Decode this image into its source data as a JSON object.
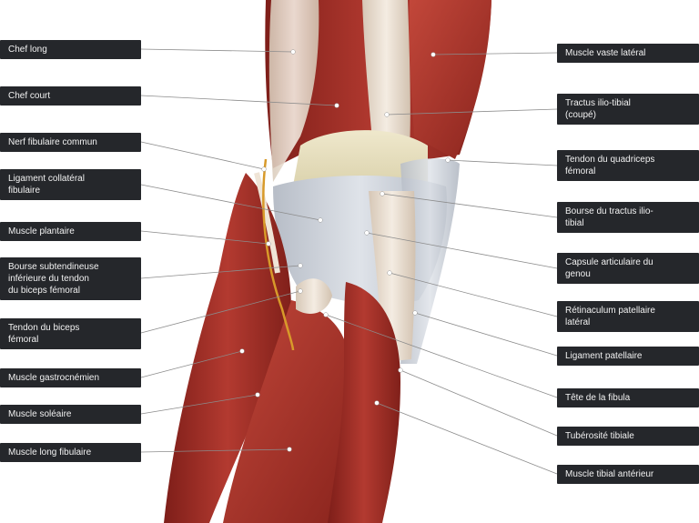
{
  "labels": {
    "left": [
      {
        "id": "chef-long",
        "text": "Chef long"
      },
      {
        "id": "chef-court",
        "text": "Chef court"
      },
      {
        "id": "nerf-fibulaire-commun",
        "text": "Nerf fibulaire commun"
      },
      {
        "id": "ligament-collateral-fibulaire",
        "text": "Ligament collatéral\nfibulaire"
      },
      {
        "id": "muscle-plantaire",
        "text": "Muscle plantaire"
      },
      {
        "id": "bourse-subtendineuse",
        "text": "Bourse subtendineuse\ninférieure du tendon\ndu biceps fémoral"
      },
      {
        "id": "tendon-biceps-femoral",
        "text": "Tendon du biceps\nfémoral"
      },
      {
        "id": "muscle-gastrocnemien",
        "text": "Muscle gastrocnémien"
      },
      {
        "id": "muscle-soleaire",
        "text": "Muscle soléaire"
      },
      {
        "id": "muscle-long-fibulaire",
        "text": "Muscle long fibulaire"
      }
    ],
    "right": [
      {
        "id": "muscle-vaste-lateral",
        "text": "Muscle vaste latéral"
      },
      {
        "id": "tractus-ilio-tibial",
        "text": "Tractus ilio-tibial\n(coupé)"
      },
      {
        "id": "tendon-quadriceps",
        "text": "Tendon du quadriceps\nfémoral"
      },
      {
        "id": "bourse-tractus",
        "text": "Bourse du tractus ilio-\ntibial"
      },
      {
        "id": "capsule-articulaire",
        "text": "Capsule articulaire du\ngenou"
      },
      {
        "id": "retinaculum-patellaire",
        "text": "Rétinaculum patellaire\nlatéral"
      },
      {
        "id": "ligament-patellaire",
        "text": "Ligament patellaire"
      },
      {
        "id": "tete-fibula",
        "text": "Tête de la fibula"
      },
      {
        "id": "tuberosite-tibiale",
        "text": "Tubérosité tibiale"
      },
      {
        "id": "muscle-tibial-anterieur",
        "text": "Muscle tibial antérieur"
      }
    ]
  },
  "colors": {
    "label_bg": "#25272b",
    "label_text": "#f2f2f2",
    "muscle": "#a8332b",
    "tendon": "#e8ddd0",
    "ligament": "#c9ced6",
    "nerve": "#d89a2a"
  }
}
